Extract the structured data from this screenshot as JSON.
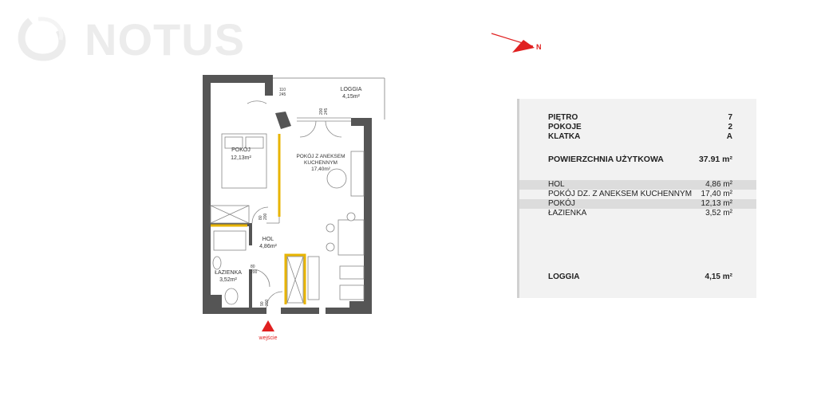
{
  "brand": {
    "name": "NOTUS"
  },
  "compass": {
    "letter": "N"
  },
  "plan": {
    "rooms": [
      {
        "name": "POKÓJ",
        "area": "12,13m²"
      },
      {
        "name": "POKÓJ Z ANEKSEM",
        "name2": "KUCHENNYM",
        "area": "17,40m²"
      },
      {
        "name": "HOL",
        "area": "4,86m²"
      },
      {
        "name": "ŁAZIENKA",
        "area": "3,52m²"
      },
      {
        "name": "LOGGIA",
        "area": "4,15m²"
      }
    ],
    "dims": [
      "110",
      "245",
      "200",
      "245",
      "80",
      "200",
      "80",
      "200",
      "90",
      "200"
    ],
    "entrance": "wejście"
  },
  "summary": {
    "info": [
      {
        "label": "PIĘTRO",
        "value": "7"
      },
      {
        "label": "POKOJE",
        "value": "2"
      },
      {
        "label": "KLATKA",
        "value": "A"
      }
    ],
    "usable": {
      "label": "POWIERZCHNIA UŻYTKOWA",
      "value": "37.91 m²"
    },
    "rooms": [
      {
        "label": "HOL",
        "value": "4,86 m²"
      },
      {
        "label": "POKÓJ DZ. Z ANEKSEM KUCHENNYM",
        "value": "17,40 m²"
      },
      {
        "label": "POKÓJ",
        "value": "12,13 m²"
      },
      {
        "label": "ŁAZIENKA",
        "value": "3,52 m²"
      }
    ],
    "loggia": {
      "label": "LOGGIA",
      "value": "4,15 m²"
    }
  },
  "colors": {
    "accent": "#e02020",
    "door_frame": "#e8b400",
    "wall": "#555555"
  }
}
